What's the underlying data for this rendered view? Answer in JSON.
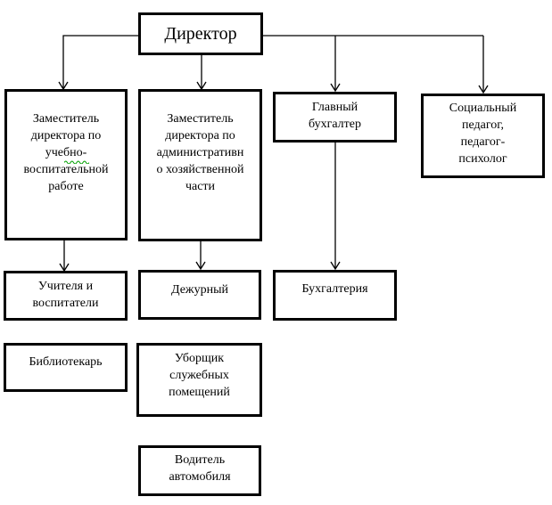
{
  "diagram": {
    "type": "org-chart",
    "nodes": {
      "director": {
        "label": "Директор"
      },
      "deputy_edu": {
        "label": "Заместитель\nдиректора по\nучебно-\nвоспитательной\nработе"
      },
      "deputy_admin": {
        "label": "Заместитель\nдиректора по\nадминистративн\nо хозяйственной\nчасти"
      },
      "chief_accountant": {
        "label": "Главный\nбухгалтер"
      },
      "social_pedagogue": {
        "label": "Социальный\nпедагог,\nпедагог-\nпсихолог"
      },
      "teachers": {
        "label": "Учителя и\nвоспитатели"
      },
      "duty_officer": {
        "label": "Дежурный"
      },
      "accounting": {
        "label": "Бухгалтерия"
      },
      "librarian": {
        "label": "Библиотекарь"
      },
      "cleaner": {
        "label": "Уборщик\nслужебных\nпомещений"
      },
      "driver": {
        "label": "Водитель\nавтомобиля"
      }
    },
    "edges": [
      {
        "from": "director",
        "to": "deputy_edu"
      },
      {
        "from": "director",
        "to": "deputy_admin"
      },
      {
        "from": "director",
        "to": "chief_accountant"
      },
      {
        "from": "director",
        "to": "social_pedagogue"
      },
      {
        "from": "deputy_edu",
        "to": "teachers"
      },
      {
        "from": "deputy_admin",
        "to": "duty_officer"
      },
      {
        "from": "chief_accountant",
        "to": "accounting"
      }
    ],
    "colors": {
      "box_border": "#000000",
      "connector": "#000000",
      "background": "#ffffff",
      "grammar_squiggle": "#00a000"
    }
  }
}
